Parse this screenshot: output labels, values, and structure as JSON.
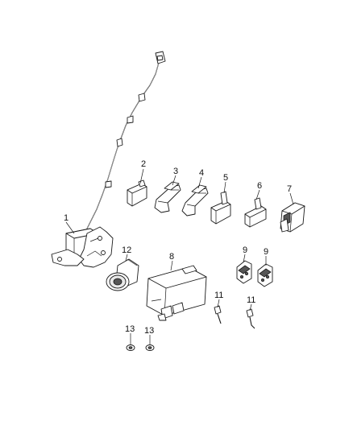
{
  "callouts": [
    {
      "id": "1",
      "text": "1"
    },
    {
      "id": "2",
      "text": "2"
    },
    {
      "id": "3",
      "text": "3"
    },
    {
      "id": "4",
      "text": "4"
    },
    {
      "id": "5",
      "text": "5"
    },
    {
      "id": "6",
      "text": "6"
    },
    {
      "id": "7",
      "text": "7"
    },
    {
      "id": "8",
      "text": "8"
    },
    {
      "id": "9a",
      "text": "9"
    },
    {
      "id": "9b",
      "text": "9"
    },
    {
      "id": "11a",
      "text": "11"
    },
    {
      "id": "11b",
      "text": "11"
    },
    {
      "id": "12",
      "text": "12"
    },
    {
      "id": "13a",
      "text": "13"
    },
    {
      "id": "13b",
      "text": "13"
    }
  ]
}
